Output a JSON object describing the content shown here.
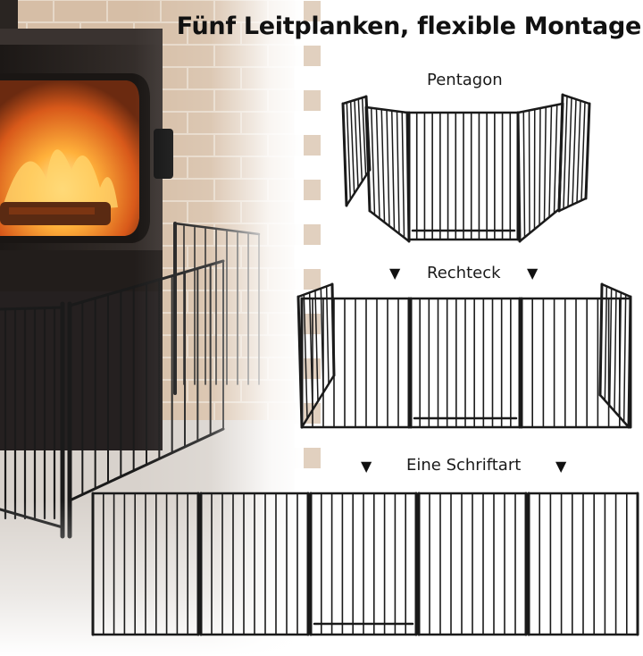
{
  "headline": "Fünf Leitplanken, flexible Montage",
  "configurations": [
    {
      "label": "Pentagon",
      "arrows": false
    },
    {
      "label": "Rechteck",
      "arrows": true
    },
    {
      "label": "Eine Schriftart",
      "arrows": true
    }
  ],
  "arrow_icon": "▼",
  "colors": {
    "fence": "#1a1a1a",
    "fire": "#ff8a1c",
    "brick": "#c9a98a",
    "stove": "#2a2522"
  }
}
